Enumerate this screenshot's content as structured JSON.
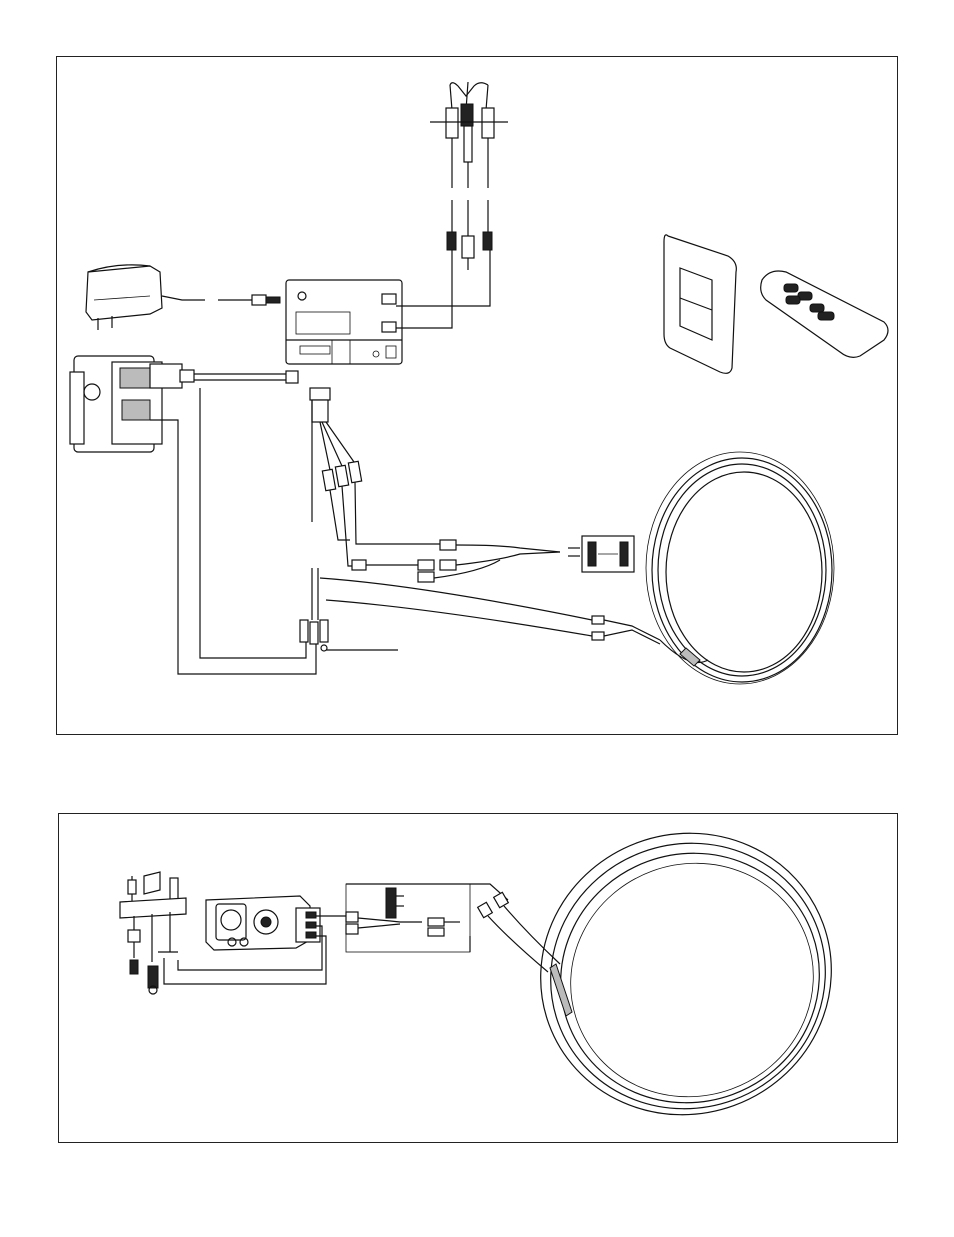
{
  "figures": [
    {
      "id": "top",
      "components": [
        "ac-adapter",
        "control-module",
        "igniter-electrode-assembly",
        "wall-switch",
        "hand-remote",
        "gas-valve",
        "wire-harness",
        "battery-pack",
        "thermopile-coil"
      ]
    },
    {
      "id": "bottom",
      "components": [
        "pilot-assembly",
        "millivolt-gas-valve",
        "wall-switch-module",
        "thermopile-coil"
      ]
    }
  ],
  "icons": {
    "adapter": "ac-adapter-icon",
    "module": "control-module-icon",
    "electrode": "electrode-assembly-icon",
    "switch": "wall-switch-icon",
    "remote": "remote-control-icon",
    "valve": "gas-valve-icon",
    "battery": "battery-pack-icon",
    "coil": "wire-coil-icon",
    "pilot": "pilot-assembly-icon"
  },
  "colors": {
    "line": "#111111",
    "fill": "#ffffff",
    "shade": "#bbbbbb"
  }
}
